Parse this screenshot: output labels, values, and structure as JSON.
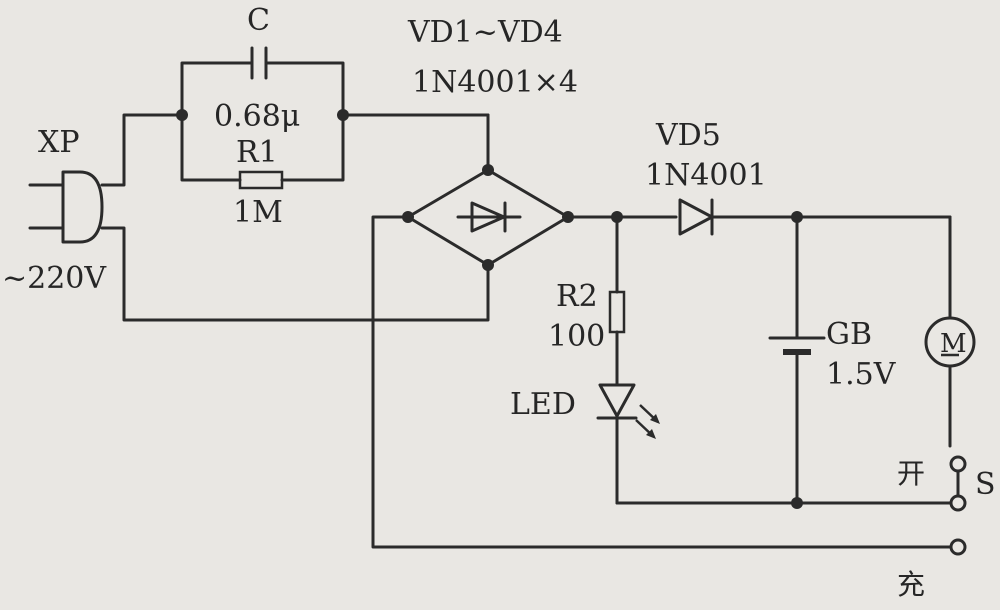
{
  "labels": {
    "plug_name": "XP",
    "supply": "~220V",
    "capacitor_name": "C",
    "capacitor_value": "0.68μ",
    "r1_name": "R1",
    "r1_value": "1M",
    "bridge_name": "VD1~VD4",
    "bridge_value": "1N4001×4",
    "vd5_name": "VD5",
    "vd5_value": "1N4001",
    "r2_name": "R2",
    "r2_value": "100",
    "led_label": "LED",
    "battery_name": "GB",
    "battery_value": "1.5V",
    "motor_symbol": "M",
    "switch_name": "S",
    "switch_on": "开",
    "charge_terminal": "充"
  }
}
